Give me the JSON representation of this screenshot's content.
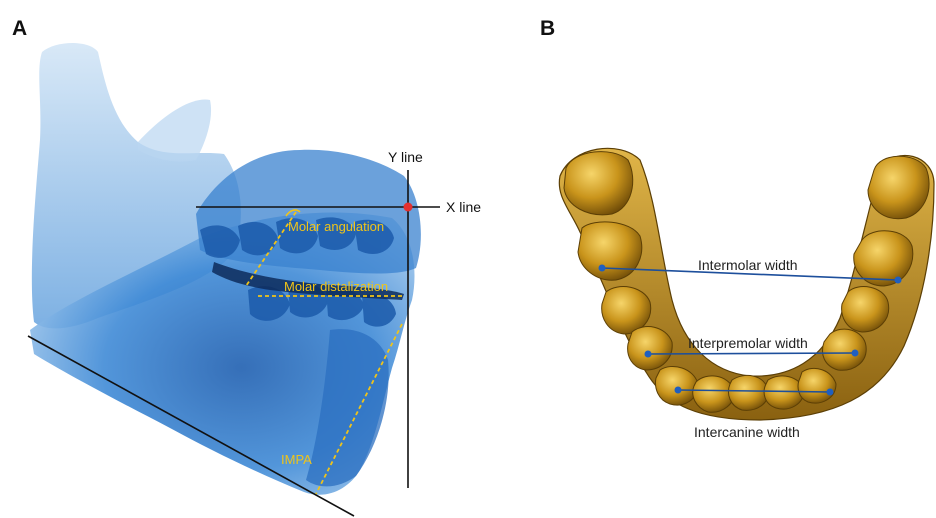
{
  "panels": {
    "a": {
      "letter": "A",
      "reference_lines": {
        "x_line": "X line",
        "y_line": "Y line"
      },
      "measurements": {
        "molar_angulation": "Molar angulation",
        "molar_distalization": "Molar distalization",
        "impa": "IMPA"
      }
    },
    "b": {
      "letter": "B",
      "widths": {
        "intermolar": "Intermolar width",
        "interpremolar": "Interpremolar width",
        "intercanine": "Intercanine width"
      }
    }
  },
  "colors": {
    "measurement": "#f0c419",
    "reference_line": "#111111",
    "origin_point": "#e53030",
    "width_line": "#1d4f9c",
    "width_point": "#1f5fc0",
    "skull": "#2f78c8",
    "teeth": "#b8860b"
  }
}
